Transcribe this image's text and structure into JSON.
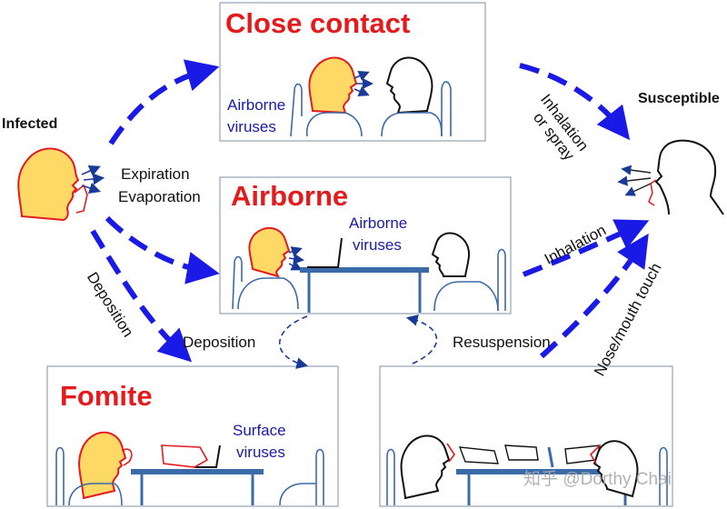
{
  "nodes": {
    "infected": "Infected",
    "susceptible": "Susceptible"
  },
  "panels": {
    "close_contact": {
      "title": "Close contact",
      "note_line1": "Airborne",
      "note_line2": "viruses"
    },
    "airborne": {
      "title": "Airborne",
      "note_line1": "Airborne",
      "note_line2": "viruses"
    },
    "fomite": {
      "title": "Fomite",
      "note_line1": "Surface",
      "note_line2": "viruses"
    }
  },
  "labels": {
    "expiration": "Expiration",
    "evaporation": "Evaporation",
    "deposition_left": "Deposition",
    "deposition_mid": "Deposition",
    "resuspension": "Resuspension",
    "inhalation_spray_1": "Inhalation",
    "inhalation_spray_2": "or spray",
    "inhalation": "Inhalation",
    "nose_mouth": "Nose/mouth touch"
  },
  "watermark": "知乎 @Dorthy Chai",
  "colors": {
    "arrow": "#1a1ae6",
    "title": "#e41a1c",
    "note": "#1a1aa6",
    "face_fill": "#ffd966",
    "face_stroke": "#e41a1c",
    "panel_border": "#7f8fa6",
    "furniture": "#3b6aa8"
  }
}
